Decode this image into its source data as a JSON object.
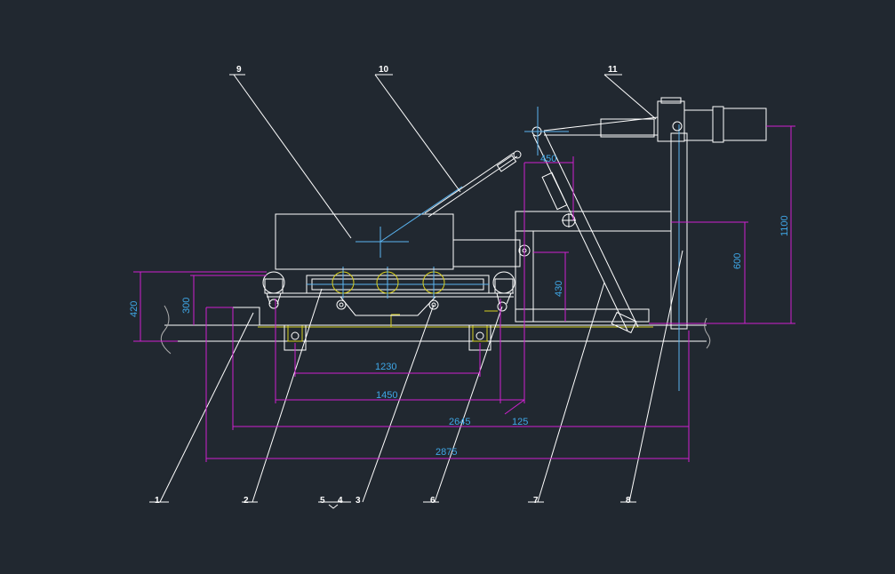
{
  "drawing": {
    "part_labels": {
      "p1": "1",
      "p2": "2",
      "p3": "3",
      "p4": "4",
      "p5": "5",
      "p6": "6",
      "p7": "7",
      "p8": "8",
      "p9": "9",
      "p10": "10",
      "p11": "11"
    },
    "dimensions": {
      "d1230": "1230",
      "d1450": "1450",
      "d2645": "2645",
      "d125": "125",
      "d2875": "2875",
      "d420": "420",
      "d300": "300",
      "d430": "430",
      "d600": "600",
      "d1100": "1100",
      "d450": "450"
    },
    "colors": {
      "background": "#212830",
      "outline": "#ffffff",
      "dimension_line": "#d020d0",
      "dimension_text": "#3fa8e8",
      "centerline": "#5ab4f0",
      "hidden": "#d8d020"
    }
  }
}
